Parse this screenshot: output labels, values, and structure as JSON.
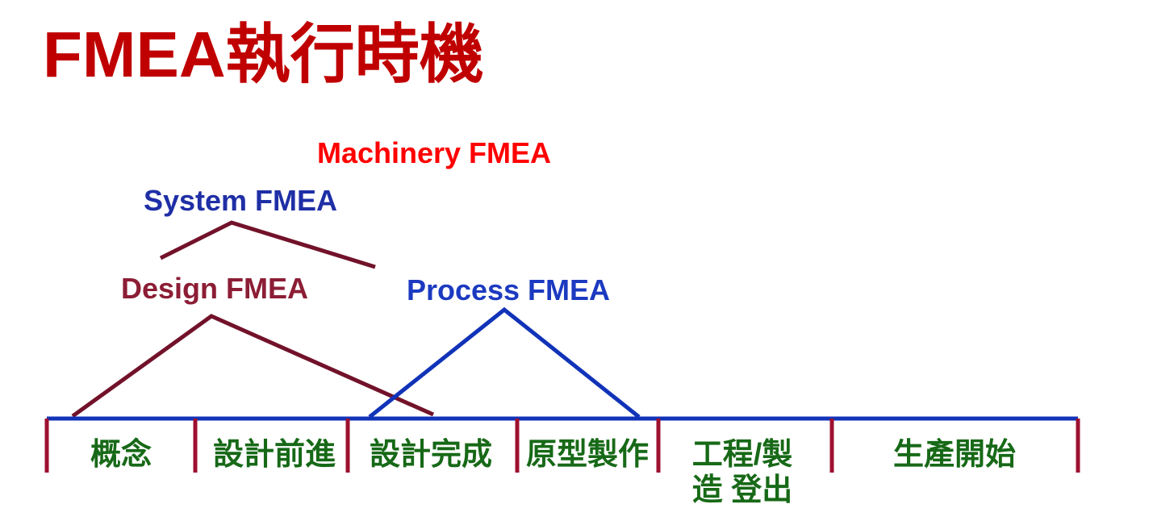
{
  "title": {
    "text": "FMEA執行時機"
  },
  "labels": {
    "machinery": "Machinery FMEA",
    "system": "System FMEA",
    "design": "Design FMEA",
    "process": "Process FMEA"
  },
  "timeline": {
    "phases": [
      {
        "label": "概念"
      },
      {
        "label": "設計前進"
      },
      {
        "label": "設計完成"
      },
      {
        "label": "原型製作"
      },
      {
        "label": "工程/製",
        "label_line2": "造 登出"
      },
      {
        "label": "生產開始"
      }
    ]
  },
  "colors": {
    "background": "#FFFFFF",
    "title-red": "#C00000",
    "machinery-red": "#FF0000",
    "system-blue": "#1F2FA6",
    "process-blue": "#1C3AC0",
    "design-maroon": "#8C1D35",
    "line-blue": "#1133B8",
    "line-maroon": "#72122A",
    "tick-maroon": "#9E1030",
    "phase-green": "#176917"
  }
}
